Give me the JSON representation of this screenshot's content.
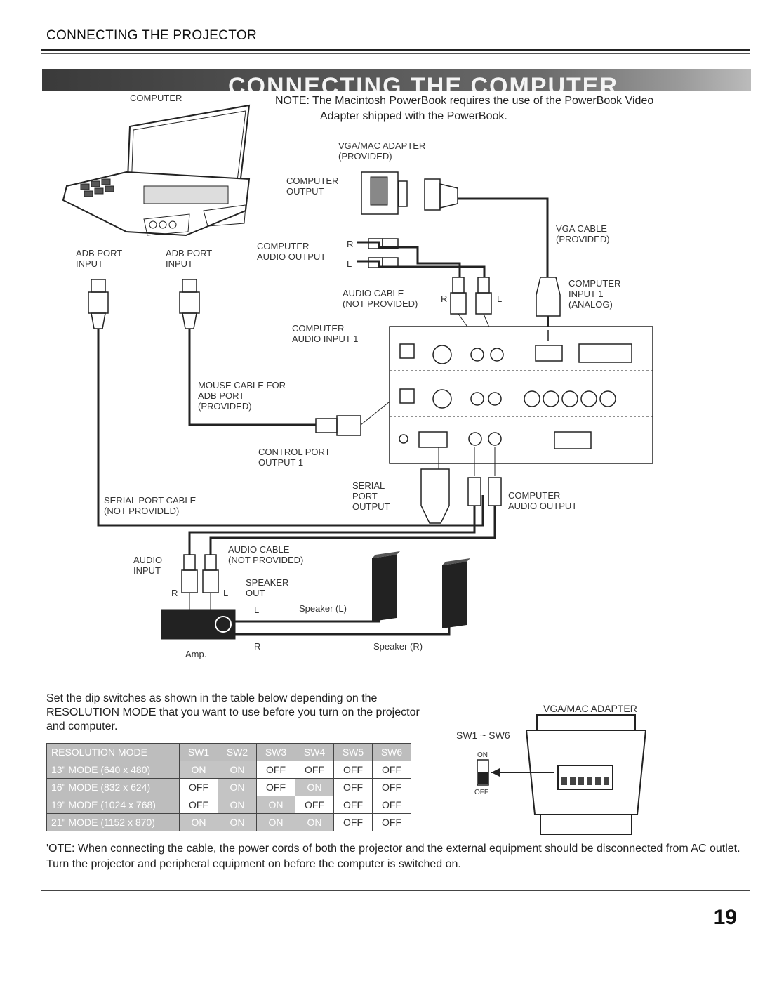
{
  "header": {
    "section_title": "CONNECTING THE PROJECTOR",
    "banner_title": "CONNECTING THE COMPUTER"
  },
  "note_top": {
    "prefix": "NOTE:",
    "text": "The Macintosh PowerBook requires the use of the PowerBook Video",
    "text2": "Adapter shipped with the PowerBook."
  },
  "labels": {
    "computer": "COMPUTER",
    "vga_mac_adapter_provided": "VGA/MAC ADAPTER\n(PROVIDED)",
    "computer_output": "COMPUTER\nOUTPUT",
    "vga_cable": "VGA CABLE\n(PROVIDED)",
    "adb_port_input_1": "ADB PORT\nINPUT",
    "adb_port_input_2": "ADB PORT\nINPUT",
    "computer_audio_output_top": "COMPUTER\nAUDIO OUTPUT",
    "r_top": "R",
    "l_top": "L",
    "computer_input_1": "COMPUTER\nINPUT 1\n(ANALOG)",
    "audio_cable_not_provided": "AUDIO CABLE\n(NOT PROVIDED)",
    "r_mid": "R",
    "l_mid": "L",
    "computer_audio_input_1": "COMPUTER\nAUDIO INPUT 1",
    "mouse_cable": "MOUSE CABLE FOR\nADB PORT\n(PROVIDED)",
    "control_port_output": "CONTROL PORT\nOUTPUT 1",
    "serial_port_output": "SERIAL\nPORT\nOUTPUT",
    "computer_audio_output_bottom": "COMPUTER\nAUDIO OUTPUT",
    "serial_port_cable": "SERIAL PORT CABLE\n(NOT PROVIDED)",
    "audio_input": "AUDIO\nINPUT",
    "audio_cable_not_provided_2": "AUDIO CABLE\n(NOT PROVIDED)",
    "speaker_out": "SPEAKER\nOUT",
    "r_amp": "R",
    "l_amp": "L",
    "l_speaker": "L",
    "r_speaker": "R",
    "speaker_l": "Speaker (L)",
    "speaker_r": "Speaker (R)",
    "amp": "Amp.",
    "vga_mac_adapter": "VGA/MAC ADAPTER",
    "sw_range": "SW1 ~ SW6",
    "on": "ON",
    "off": "OFF"
  },
  "dip_paragraph": "Set the dip switches as shown in the table below depending on the RESOLUTION MODE that you want to use before you turn on the projector and computer.",
  "resolution_table": {
    "headers": [
      "RESOLUTION MODE",
      "SW1",
      "SW2",
      "SW3",
      "SW4",
      "SW5",
      "SW6"
    ],
    "rows": [
      [
        "13\" MODE (640 x 480)",
        "ON",
        "ON",
        "OFF",
        "OFF",
        "OFF",
        "OFF"
      ],
      [
        "16\" MODE (832 x 624)",
        "OFF",
        "ON",
        "OFF",
        "ON",
        "OFF",
        "OFF"
      ],
      [
        "19\" MODE (1024 x 768)",
        "OFF",
        "ON",
        "ON",
        "OFF",
        "OFF",
        "OFF"
      ],
      [
        "21\" MODE (1152 x 870)",
        "ON",
        "ON",
        "ON",
        "ON",
        "OFF",
        "OFF"
      ]
    ]
  },
  "bottom_note": {
    "prefix": "'OTE:",
    "text": "When connecting the cable, the power cords of both the projector and the external equipment should be disconnected from AC outlet. Turn the projector and peripheral equipment on before the computer is switched on."
  },
  "page_number": "19"
}
